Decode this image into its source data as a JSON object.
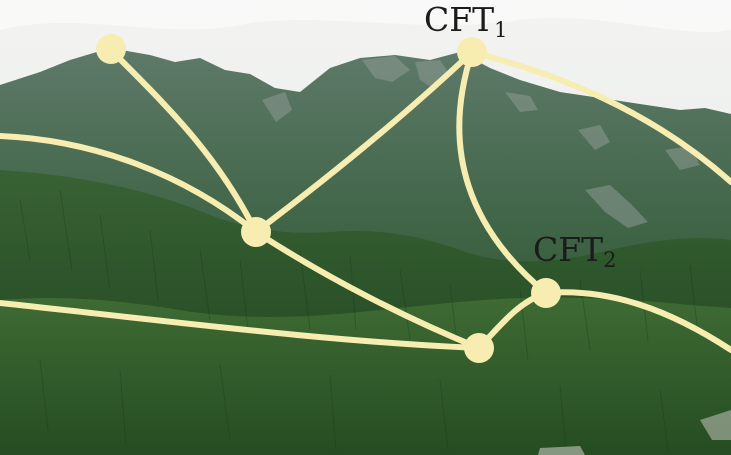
{
  "labels": {
    "cft1": {
      "main": "CFT",
      "sub": "1"
    },
    "cft2": {
      "main": "CFT",
      "sub": "2"
    }
  },
  "colors": {
    "flow_line": "#f7edb0",
    "node": "#f7edb0",
    "sky": "#eef0ee",
    "mountain_far": "#4d6a58",
    "forest_dark": "#21471f",
    "forest_mid": "#2f5a2a"
  },
  "graph": {
    "nodes": [
      "top-left-node",
      "cft1-node",
      "center-node",
      "cft2-node",
      "bottom-node"
    ],
    "edges": [
      [
        "top-left-node",
        "center-node"
      ],
      [
        "left-upper-edge",
        "center-node"
      ],
      [
        "center-node",
        "cft1-node"
      ],
      [
        "center-node",
        "bottom-node"
      ],
      [
        "left-lower-edge",
        "bottom-node"
      ],
      [
        "bottom-node",
        "cft2-node"
      ],
      [
        "cft1-node",
        "cft2-node"
      ],
      [
        "cft1-node",
        "right-upper-edge"
      ],
      [
        "cft2-node",
        "right-lower-edge"
      ]
    ]
  }
}
